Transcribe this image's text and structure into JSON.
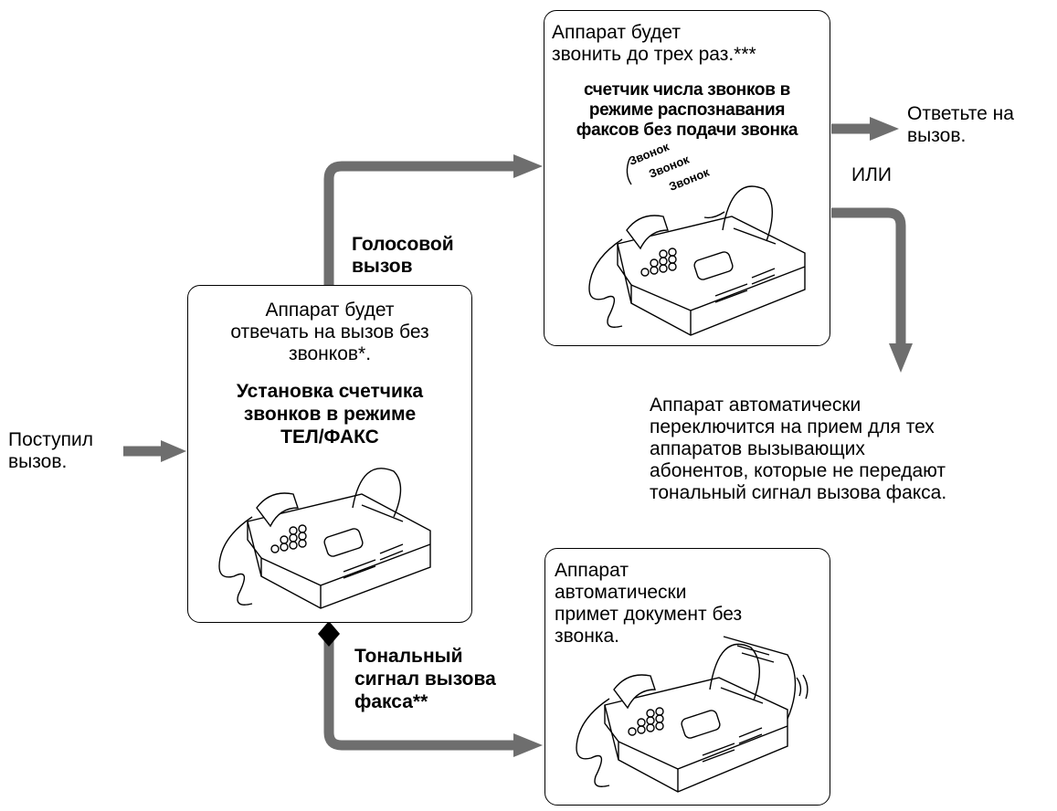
{
  "colors": {
    "arrow": "#6e6e6e",
    "ink": "#000000",
    "box_border": "#000000"
  },
  "incoming": {
    "line1": "Поступил",
    "line2": "вызов."
  },
  "main_box": {
    "text_lines": [
      "Аппарат будет",
      "отвечать на вызов без",
      "звонков*."
    ],
    "bold_lines": [
      "Установка счетчика",
      "звонков в режиме",
      "ТЕЛ/ФАКС"
    ],
    "image": "fax-machine-icon"
  },
  "voice_label": [
    "Голосовой",
    "вызов"
  ],
  "ring_box": {
    "text_lines": [
      "Аппарат будет",
      "звонить до трех раз.***"
    ],
    "bold_lines": [
      "счетчик числа звонков в",
      "режиме распознавания",
      "факсов без подачи звонка"
    ],
    "ring_words": [
      "Звонок",
      "Звонок",
      "Звонок"
    ],
    "image": "fax-machine-ringing-icon"
  },
  "answer": {
    "line1": "Ответьте на",
    "line2": "вызов."
  },
  "or_label": "ИЛИ",
  "auto_switch": {
    "lines": [
      "Аппарат автоматически",
      "переключится на прием для тех",
      "аппаратов вызывающих",
      "абонентов, которые не передают",
      "тональный сигнал вызова факса."
    ]
  },
  "fax_tone_label": [
    "Тональный",
    "сигнал вызова",
    "факса**"
  ],
  "receive_box": {
    "text_lines": [
      "Аппарат",
      "автоматически",
      "примет документ без",
      "звонка."
    ],
    "image": "fax-machine-receiving-icon"
  }
}
